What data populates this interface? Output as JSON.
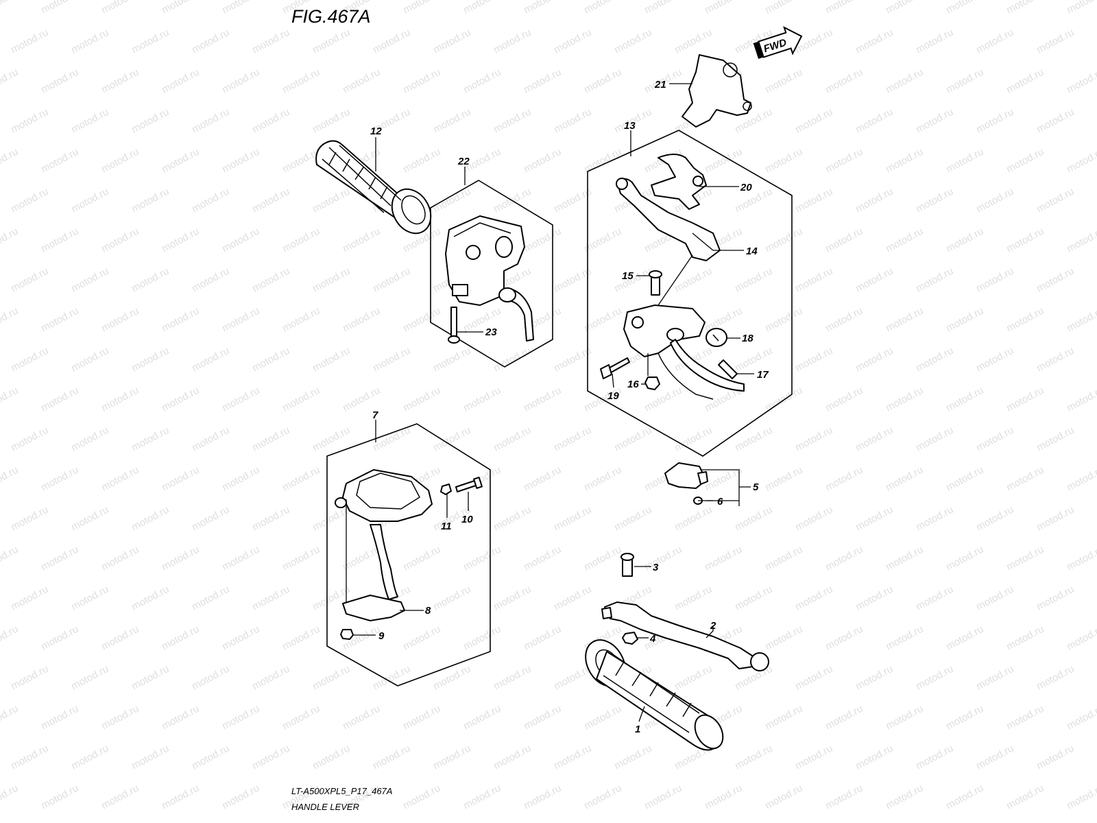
{
  "figure": {
    "title": "FIG.467A",
    "fwd_label": "FWD",
    "footer_code": "LT-A500XPL5_P17_467A",
    "footer_name": "HANDLE LEVER"
  },
  "watermark": "motod.ru",
  "callouts": {
    "p1": "1",
    "p2": "2",
    "p3": "3",
    "p4": "4",
    "p5": "5",
    "p6": "6",
    "p7": "7",
    "p8": "8",
    "p9": "9",
    "p10": "10",
    "p11": "11",
    "p12": "12",
    "p13": "13",
    "p14": "14",
    "p15": "15",
    "p16": "16",
    "p17": "17",
    "p18": "18",
    "p19": "19",
    "p20": "20",
    "p21": "21",
    "p22": "22",
    "p23": "23"
  },
  "colors": {
    "line": "#000000",
    "watermark": "#b8b8b8",
    "background": "#ffffff"
  }
}
